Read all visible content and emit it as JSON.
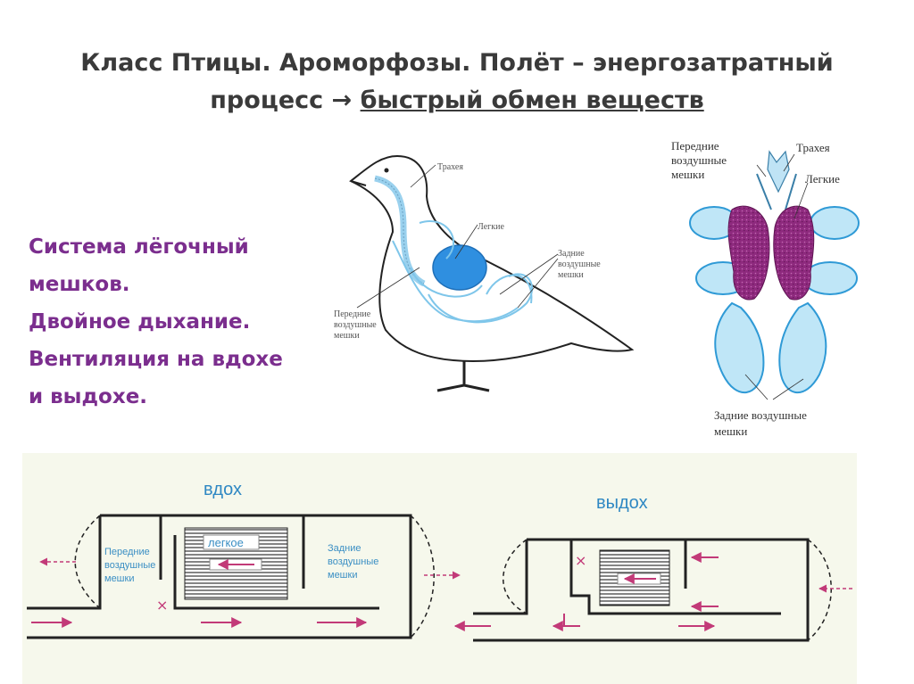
{
  "title": {
    "line1": "Класс Птицы. Ароморфозы. Полёт – энергозатратный",
    "line2_plain": "процесс → ",
    "line2_underlined": "быстрый обмен веществ"
  },
  "notes": [
    "Система лёгочный",
    "мешков.",
    "Двойное дыхание.",
    "Вентиляция на вдохе",
    "и выдохе."
  ],
  "bird_labels": {
    "trachea": "Трахея",
    "lungs": "Легкие",
    "rear1": "Задние",
    "rear2": "воздушные",
    "rear3": "мешки",
    "front1": "Передние",
    "front2": "воздушные",
    "front3": "мешки"
  },
  "lung_labels": {
    "front1": "Передние",
    "front2": "воздушные",
    "front3": "мешки",
    "trachea": "Трахея",
    "lungs": "Легкие",
    "rear1": "Задние воздушные",
    "rear2": "мешки"
  },
  "scheme": {
    "inhale": "вдох",
    "exhale": "выдох",
    "lung": "легкое",
    "front1": "Передние",
    "front2": "воздушные",
    "front3": "мешки",
    "rear1": "Задние",
    "rear2": "воздушные",
    "rear3": "мешки",
    "x_mark": "×"
  },
  "colors": {
    "title": "#3a3a3a",
    "notes": "#7b2e8e",
    "air_sac": "#7fc6ea",
    "lung": "#8e2a7e",
    "arrow": "#c23a78",
    "scheme_text": "#3b8fc4",
    "panel": "#f6f8ec"
  }
}
